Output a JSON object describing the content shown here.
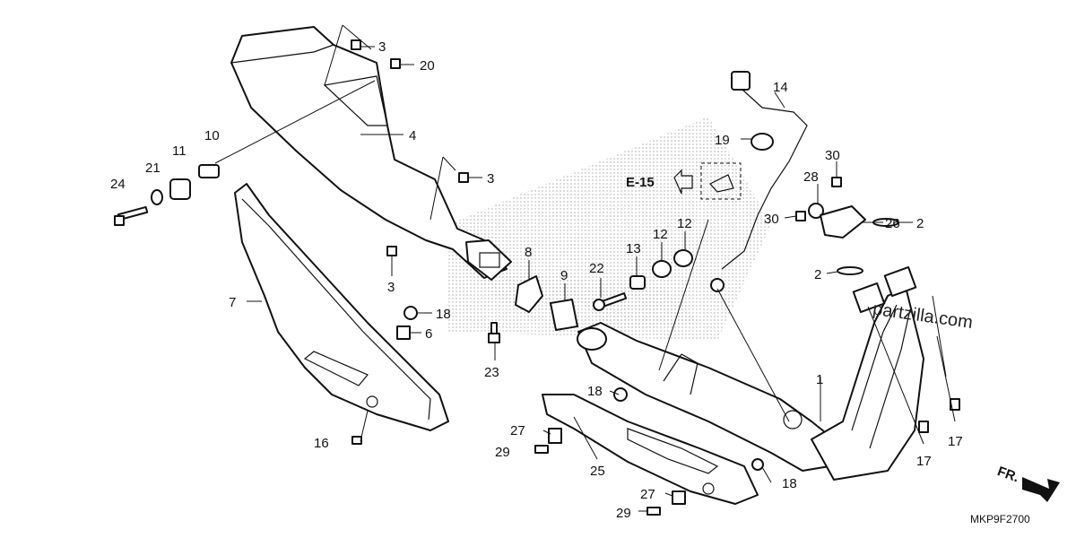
{
  "diagram": {
    "callouts": [
      "3",
      "20",
      "4",
      "10",
      "11",
      "21",
      "24",
      "3",
      "3",
      "7",
      "18",
      "6",
      "16",
      "8",
      "9",
      "22",
      "23",
      "13",
      "12",
      "12",
      "14",
      "19",
      "30",
      "28",
      "26",
      "30",
      "2",
      "2",
      "1",
      "17",
      "17",
      "18",
      "27",
      "29",
      "25",
      "27",
      "29",
      "18"
    ],
    "reference": "E-15",
    "front_label": "FR.",
    "watermark": "partzilla.com",
    "diagram_code": "MKP9F2700"
  }
}
